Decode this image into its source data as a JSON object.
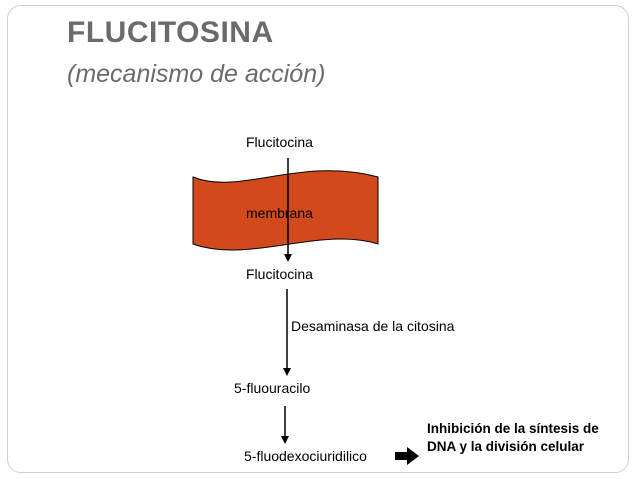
{
  "slide": {
    "title": "FLUCITOSINA",
    "subtitle": "(mecanismo de acción)"
  },
  "diagram": {
    "nodes": {
      "flucitocina_top": "Flucitocina",
      "membrana": "membrana",
      "flucitocina_bottom": "Flucitocina",
      "desaminasa": "Desaminasa de la citosina",
      "fluorouracilo": "5-fluouracilo",
      "fluodexociuridilico": "5-fluodexociuridilico",
      "inhibicion": "Inhibición de la síntesis de DNA y la división celular"
    },
    "colors": {
      "membrane_fill": "#d24a1c",
      "membrane_stroke": "#000000",
      "arrow": "#000000",
      "title_text": "#6b6b6b"
    }
  }
}
